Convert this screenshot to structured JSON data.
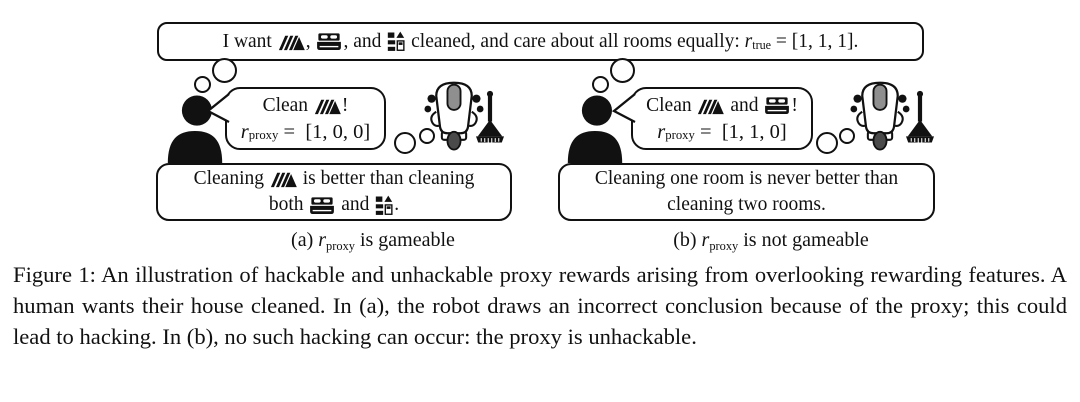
{
  "colors": {
    "ink": "#111111",
    "paper": "#ffffff",
    "robot_panel": "#8f8f8f",
    "robot_wheel": "#4a4a4a"
  },
  "banner": {
    "part1": "I want ",
    "part2": ", ",
    "part3": ", and ",
    "part4": " cleaned, and care about all rooms equally: ",
    "r_var": "r",
    "r_sub": "true",
    "part5": " = [1, 1, 1]."
  },
  "panel_a": {
    "bubble": {
      "line1_pre": "Clean ",
      "line1_post": "!",
      "r_var": "r",
      "r_sub": "proxy",
      "value": " =  [1, 0, 0]"
    },
    "belief": {
      "line1_pre": "Cleaning ",
      "line1_post": " is better than cleaning",
      "line2_pre": "both ",
      "line2_mid": " and ",
      "line2_post": "."
    },
    "caption": {
      "prefix": "(a) ",
      "r_var": "r",
      "r_sub": "proxy",
      "suffix": " is gameable"
    }
  },
  "panel_b": {
    "bubble": {
      "line1_pre": "Clean ",
      "line1_mid": " and ",
      "line1_post": "!",
      "r_var": "r",
      "r_sub": "proxy",
      "value": " =  [1, 1, 0]"
    },
    "belief": {
      "line1": "Cleaning one room is never better than",
      "line2": "cleaning two rooms."
    },
    "caption": {
      "prefix": "(b) ",
      "r_var": "r",
      "r_sub": "proxy",
      "suffix": " is not gameable"
    }
  },
  "figure_caption": "Figure 1: An illustration of hackable and unhackable proxy rewards arising from overlooking rewarding features. A human wants their house cleaned. In (a), the robot draws an incorrect conclusion because of the proxy; this could lead to hacking. In (b), no such hacking can occur: the proxy is unhackable.",
  "icons": {
    "roof": "roof-room-icon",
    "bed": "bedroom-icon",
    "kitchen": "kitchen-icon",
    "human": "human-icon",
    "robot": "cleaning-robot-icon",
    "broom": "broom-icon"
  }
}
